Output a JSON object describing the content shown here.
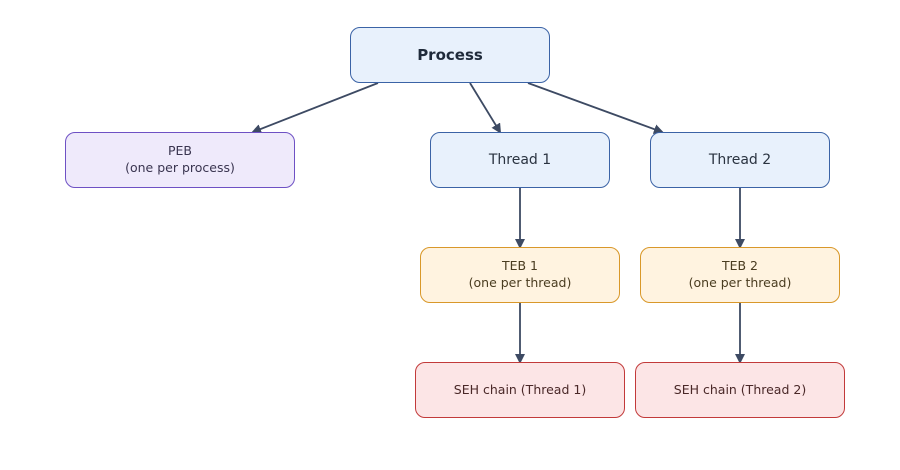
{
  "nodes": {
    "process": {
      "label": "Process"
    },
    "peb": {
      "line1": "PEB",
      "line2": "(one per process)"
    },
    "thread1": {
      "label": "Thread 1"
    },
    "thread2": {
      "label": "Thread 2"
    },
    "teb1": {
      "line1": "TEB 1",
      "line2": "(one per thread)"
    },
    "teb2": {
      "line1": "TEB 2",
      "line2": "(one per thread)"
    },
    "seh1": {
      "label": "SEH chain (Thread 1)"
    },
    "seh2": {
      "label": "SEH chain (Thread 2)"
    }
  },
  "colors": {
    "edge": "#3d4a63",
    "process_fill": "#e8f1fc",
    "process_border": "#3b63a6",
    "peb_fill": "#efeafb",
    "peb_border": "#6e51c4",
    "teb_fill": "#fff3e0",
    "teb_border": "#d9982a",
    "seh_fill": "#fce5e6",
    "seh_border": "#c23a3a"
  }
}
